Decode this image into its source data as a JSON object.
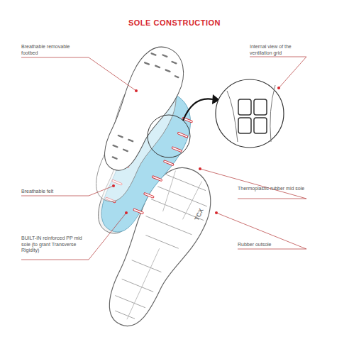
{
  "diagram": {
    "title": "SOLE CONSTRUCTION",
    "labels": [
      "Breathable removable footbed",
      "Internal view of the ventilation grid",
      "Breathable felt",
      "Thermoplastic rubber mid sole",
      "BUILT-IN reinforced PP mid sole (to grant Transverse Rigidity)",
      "Rubber outsole",
      "TCX"
    ]
  }
}
